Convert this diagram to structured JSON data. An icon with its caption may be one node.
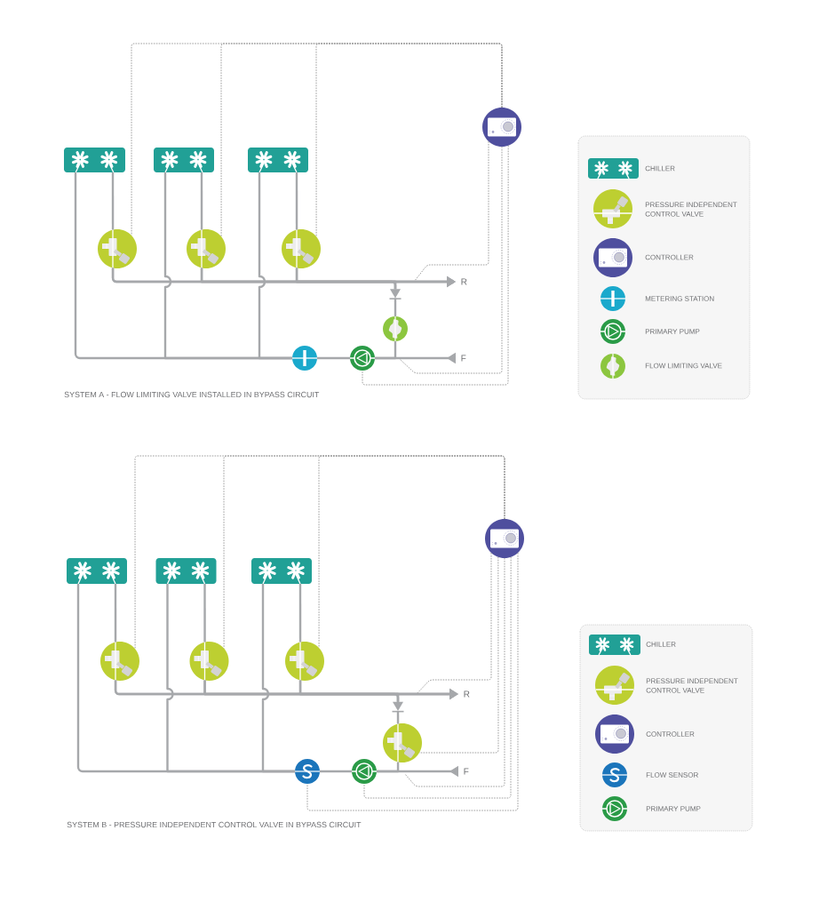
{
  "diagram": {
    "nodes": [
      {
        "text": [],
        "shape": "box"
      },
      {
        "text": [],
        "shape": "box"
      },
      {
        "text": [],
        "shape": "box"
      },
      {
        "text": [],
        "shape": "circle"
      },
      {
        "text": [],
        "shape": "circle"
      },
      {
        "text": [],
        "shape": "circle"
      },
      {
        "text": [],
        "shape": "circle"
      },
      {
        "text": [
          "R"
        ]
      },
      {
        "text": [],
        "shape": "triangle"
      },
      {
        "text": [],
        "shape": "circle"
      },
      {
        "text": [],
        "shape": "circle"
      },
      {
        "text": [],
        "shape": "circle"
      },
      {
        "text": [
          "F"
        ]
      },
      {
        "text": [],
        "shape": "box"
      },
      {
        "text": [],
        "shape": "box"
      },
      {
        "text": [],
        "shape": "box"
      },
      {
        "text": [],
        "shape": "circle"
      },
      {
        "text": [],
        "shape": "circle"
      },
      {
        "text": [],
        "shape": "circle"
      },
      {
        "text": [],
        "shape": "circle"
      },
      {
        "text": [
          "R"
        ]
      },
      {
        "text": [],
        "shape": "triangle"
      },
      {
        "text": [],
        "shape": "circle"
      },
      {
        "text": [],
        "shape": "circle"
      },
      {
        "text": [],
        "shape": "circle"
      },
      {
        "text": [
          "F"
        ]
      }
    ],
    "edges": [
      {
        "from": 0,
        "to": 4,
        "arrow": "none"
      },
      {
        "from": 1,
        "to": 5,
        "arrow": "none"
      },
      {
        "from": 2,
        "to": 6,
        "arrow": "none"
      },
      {
        "from": 4,
        "to": 7,
        "arrow": "to"
      },
      {
        "from": 5,
        "to": 7,
        "arrow": "to"
      },
      {
        "from": 6,
        "to": 7,
        "arrow": "to"
      },
      {
        "from": 4,
        "to": 8,
        "arrow": "none"
      },
      {
        "from": 5,
        "to": 8,
        "arrow": "none"
      },
      {
        "from": 6,
        "to": 8,
        "arrow": "none"
      },
      {
        "from": 8,
        "to": 9,
        "arrow": "none"
      },
      {
        "from": 9,
        "to": 11,
        "arrow": "none"
      },
      {
        "from": 11,
        "to": 12,
        "arrow": "none"
      },
      {
        "from": 12,
        "to": null,
        "arrow": "to"
      },
      {
        "from": 10,
        "to": 11,
        "arrow": "none"
      },
      {
        "from": 0,
        "to": 10,
        "arrow": "none"
      },
      {
        "from": 1,
        "to": 10,
        "arrow": "none"
      },
      {
        "from": 2,
        "to": 10,
        "arrow": "none"
      },
      {
        "from": 3,
        "to": 4,
        "arrow": "none",
        "style": "dashed"
      },
      {
        "from": 3,
        "to": 5,
        "arrow": "none",
        "style": "dashed"
      },
      {
        "from": 3,
        "to": 6,
        "arrow": "none",
        "style": "dashed"
      },
      {
        "from": 3,
        "to": null,
        "arrow": "none",
        "style": "dashed"
      },
      {
        "from": 3,
        "to": null,
        "arrow": "none",
        "style": "dashed"
      },
      {
        "from": 3,
        "to": 11,
        "arrow": "none",
        "style": "dashed"
      },
      {
        "from": 13,
        "to": 17,
        "arrow": "none"
      },
      {
        "from": 14,
        "to": 18,
        "arrow": "none"
      },
      {
        "from": 15,
        "to": 19,
        "arrow": "none"
      },
      {
        "from": 17,
        "to": 20,
        "arrow": "to"
      },
      {
        "from": 18,
        "to": 20,
        "arrow": "to"
      },
      {
        "from": 19,
        "to": 20,
        "arrow": "to"
      },
      {
        "from": 17,
        "to": 21,
        "arrow": "none"
      },
      {
        "from": 18,
        "to": 21,
        "arrow": "none"
      },
      {
        "from": 19,
        "to": 21,
        "arrow": "none"
      },
      {
        "from": 21,
        "to": 22,
        "arrow": "none"
      },
      {
        "from": 22,
        "to": 24,
        "arrow": "none"
      },
      {
        "from": 24,
        "to": 25,
        "arrow": "none"
      },
      {
        "from": 25,
        "to": null,
        "arrow": "to"
      },
      {
        "from": 23,
        "to": 24,
        "arrow": "none"
      },
      {
        "from": 13,
        "to": 23,
        "arrow": "none"
      },
      {
        "from": 14,
        "to": 23,
        "arrow": "none"
      },
      {
        "from": 15,
        "to": 23,
        "arrow": "none"
      },
      {
        "from": 16,
        "to": 17,
        "arrow": "none",
        "style": "dashed"
      },
      {
        "from": 16,
        "to": 18,
        "arrow": "none",
        "style": "dashed"
      },
      {
        "from": 16,
        "to": 19,
        "arrow": "none",
        "style": "dashed"
      },
      {
        "from": 16,
        "to": null,
        "arrow": "none",
        "style": "dashed"
      },
      {
        "from": 16,
        "to": 22,
        "arrow": "none",
        "style": "dashed"
      },
      {
        "from": 16,
        "to": null,
        "arrow": "none",
        "style": "dashed"
      },
      {
        "from": 16,
        "to": 24,
        "arrow": "none",
        "style": "dashed"
      },
      {
        "from": 16,
        "to": 23,
        "arrow": "none",
        "style": "dashed"
      }
    ],
    "labels": [
      "SYSTEM A - FLOW LIMITING VALVE INSTALLED IN BYPASS CIRCUIT",
      "SYSTEM B - PRESSURE INDEPENDENT CONTROL VALVE IN BYPASS CIRCUIT"
    ],
    "legend": [
      {
        "text": "CHILLER"
      },
      {
        "text": "PRESSURE INDEPENDENT CONTROL VALVE"
      },
      {
        "text": "CONTROLLER"
      },
      {
        "text": "METERING STATION"
      },
      {
        "text": "PRIMARY PUMP"
      },
      {
        "text": "FLOW LIMITING VALVE"
      },
      {
        "text": "CHILLER"
      },
      {
        "text": "PRESSURE INDEPENDENT CONTROL VALVE"
      },
      {
        "text": "CONTROLLER"
      },
      {
        "text": "FLOW SENSOR"
      },
      {
        "text": "PRIMARY PUMP"
      }
    ]
  }
}
